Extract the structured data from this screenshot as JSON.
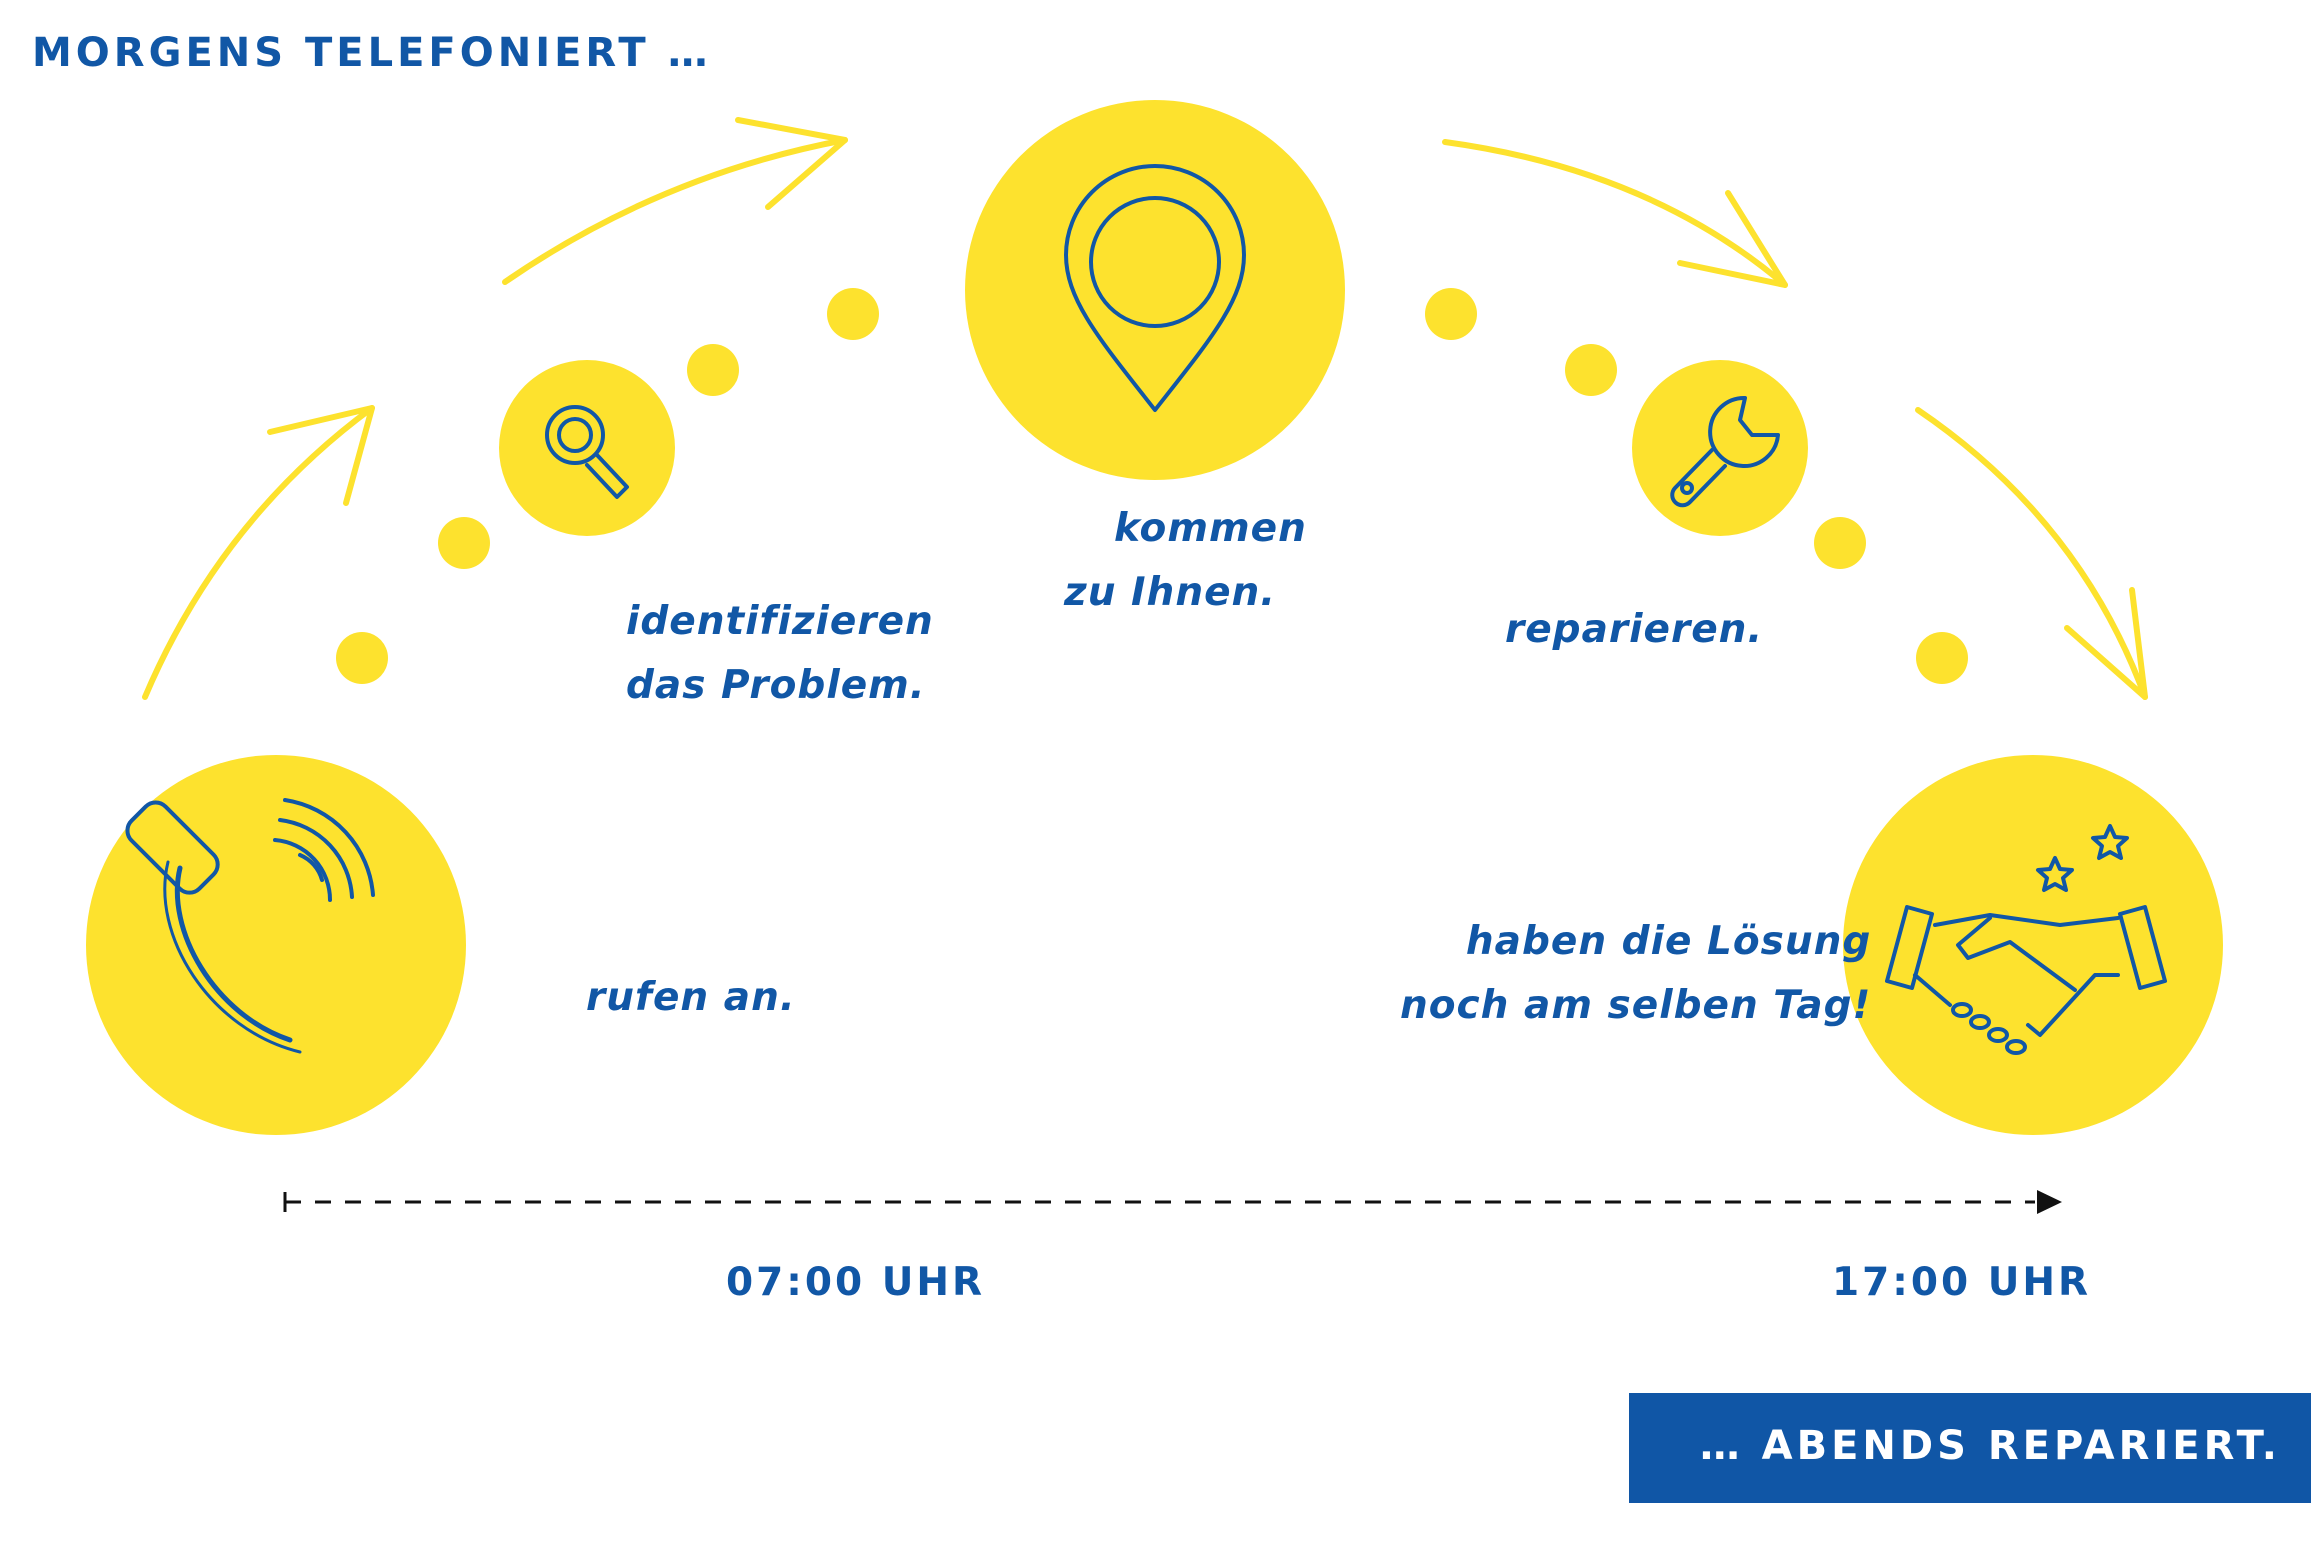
{
  "header": {
    "title": "MORGENS TELEFONIERT …"
  },
  "colors": {
    "yellow": "#fde22e",
    "blue": "#1157a6",
    "banner_bg": "#1056a6",
    "timeline": "#111111"
  },
  "steps": [
    {
      "icon": "phone-icon",
      "lines": [
        "rufen an."
      ]
    },
    {
      "icon": "search-icon",
      "lines": [
        "identifizieren",
        "das Problem."
      ]
    },
    {
      "icon": "location-pin-icon",
      "lines": [
        "kommen",
        "zu Ihnen."
      ]
    },
    {
      "icon": "wrench-icon",
      "lines": [
        "reparieren."
      ]
    },
    {
      "icon": "handshake-icon",
      "lines": [
        "haben die Lösung",
        "noch am selben Tag!"
      ]
    }
  ],
  "timeline": {
    "start_label": "07:00 UHR",
    "end_label": "17:00 UHR"
  },
  "footer": {
    "banner": "… ABENDS REPARIERT."
  }
}
